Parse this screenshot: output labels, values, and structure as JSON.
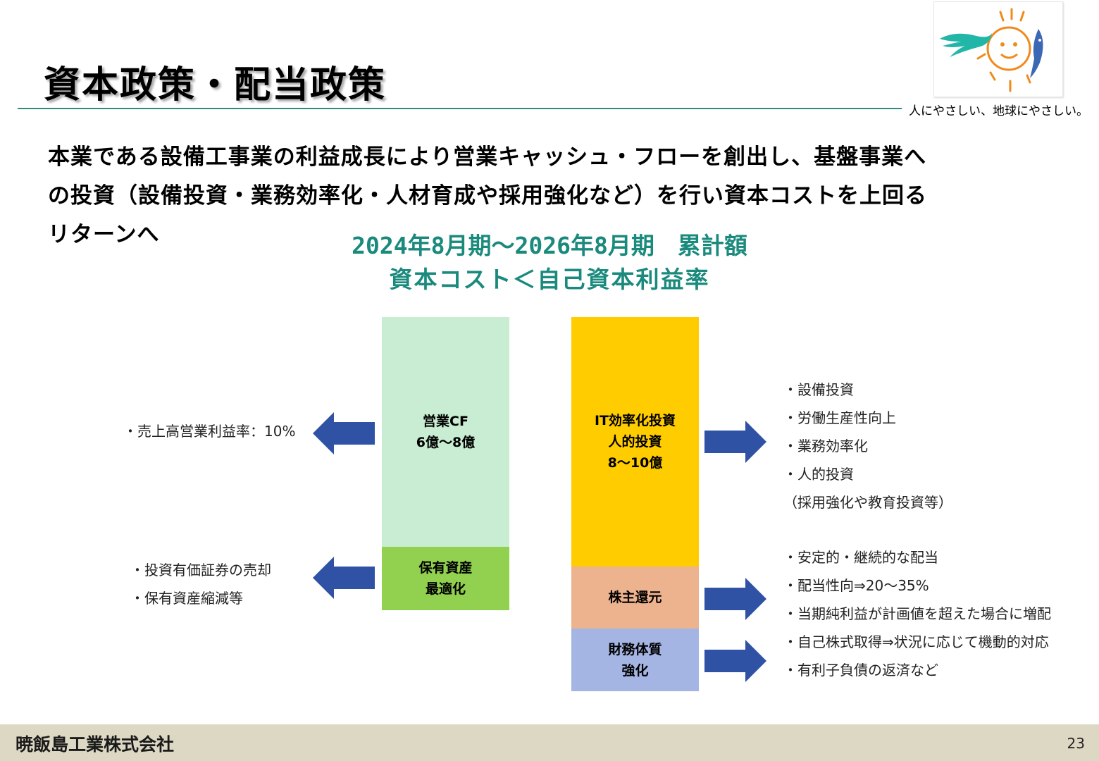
{
  "header": {
    "title": "資本政策・配当政策",
    "tagline": "人にやさしい、地球にやさしい。"
  },
  "lead": {
    "lines": [
      "本業である設備工事業の利益成長により営業キャッシュ・フローを創出し、基盤事業へ",
      "の投資（設備投資・業務効率化・人材育成や採用強化など）を行い資本コストを上回る",
      "リターンへ"
    ]
  },
  "subtitle": {
    "line1": "2024年8月期～2026年8月期　累計額",
    "line2": "資本コスト＜自己資本利益率"
  },
  "blocks": {
    "operating_cf": {
      "line1": "営業CF",
      "line2": "6億～8億"
    },
    "asset_opt": {
      "line1": "保有資産",
      "line2": "最適化"
    },
    "it_invest": {
      "line1": "IT効率化投資",
      "line2": "人的投資",
      "line3": "8～10億"
    },
    "shareholder": {
      "line1": "株主還元"
    },
    "financial": {
      "line1": "財務体質",
      "line2": "強化"
    }
  },
  "left_notes": {
    "margin": "・売上高営業利益率：10%",
    "asset_items": [
      "・投資有価証券の売却",
      "・保有資産縮減等"
    ]
  },
  "right_notes": {
    "investment": [
      "・設備投資",
      "・労働生産性向上",
      "・業務効率化",
      "・人的投資",
      "（採用強化や教育投資等）"
    ],
    "returns": [
      "・安定的・継続的な配当",
      "・配当性向⇒20～35%",
      "・当期純利益が計画値を超えた場合に増配",
      "・自己株式取得⇒状況に応じて機動的対応",
      "・有利子負債の返済など"
    ]
  },
  "footer": {
    "company": "暁飯島工業株式会社",
    "page": "23"
  },
  "colors": {
    "accent": "#1a8a7d",
    "arrow": "#2f52a5",
    "cf_block": "#c8edd2",
    "asset_block": "#92d050",
    "it_block": "#ffcc00",
    "shareholder_block": "#edb28e",
    "financial_block": "#a4b5e3"
  }
}
